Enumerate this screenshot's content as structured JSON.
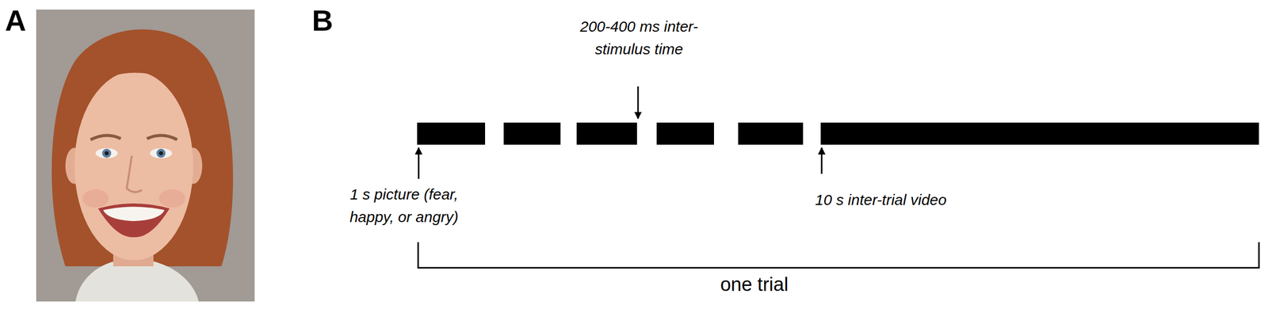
{
  "diagram": {
    "labels": [
      "A",
      "B",
      "200-400 ms inter-stimulus time",
      "1 s picture (fear, happy, or angry)",
      "10 s inter-trial video",
      "one trial"
    ]
  }
}
